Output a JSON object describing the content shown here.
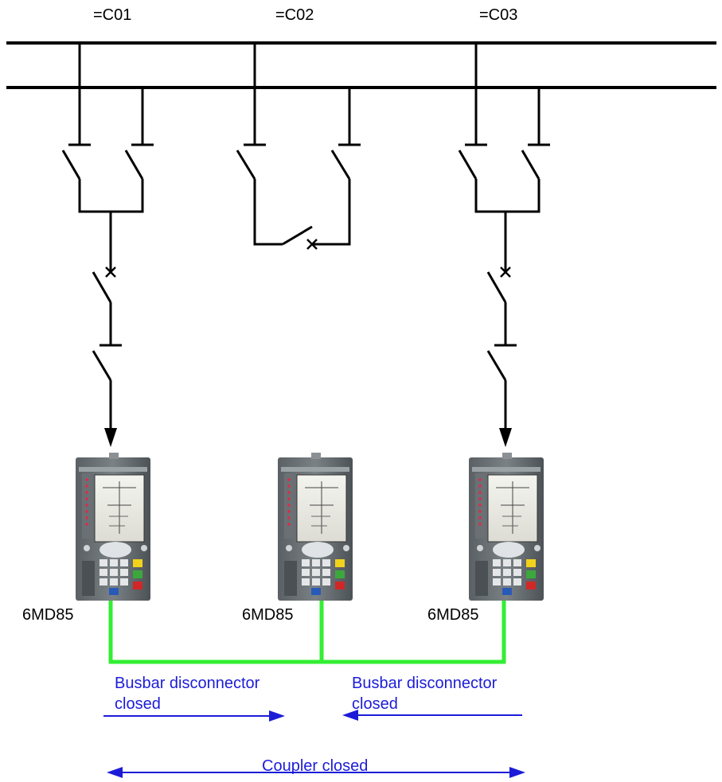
{
  "bays": [
    {
      "label": "=C01"
    },
    {
      "label": "=C02"
    },
    {
      "label": "=C03"
    }
  ],
  "devices": [
    {
      "label": "6MD85"
    },
    {
      "label": "6MD85"
    },
    {
      "label": "6MD85"
    }
  ],
  "messages": {
    "left": {
      "line1": "Busbar disconnector",
      "line2": "closed"
    },
    "right": {
      "line1": "Busbar disconnector",
      "line2": "closed"
    },
    "coupler": "Coupler closed"
  },
  "colors": {
    "lines": "#000000",
    "communication": "#33ee33",
    "arrows": "#1c1cd8"
  }
}
